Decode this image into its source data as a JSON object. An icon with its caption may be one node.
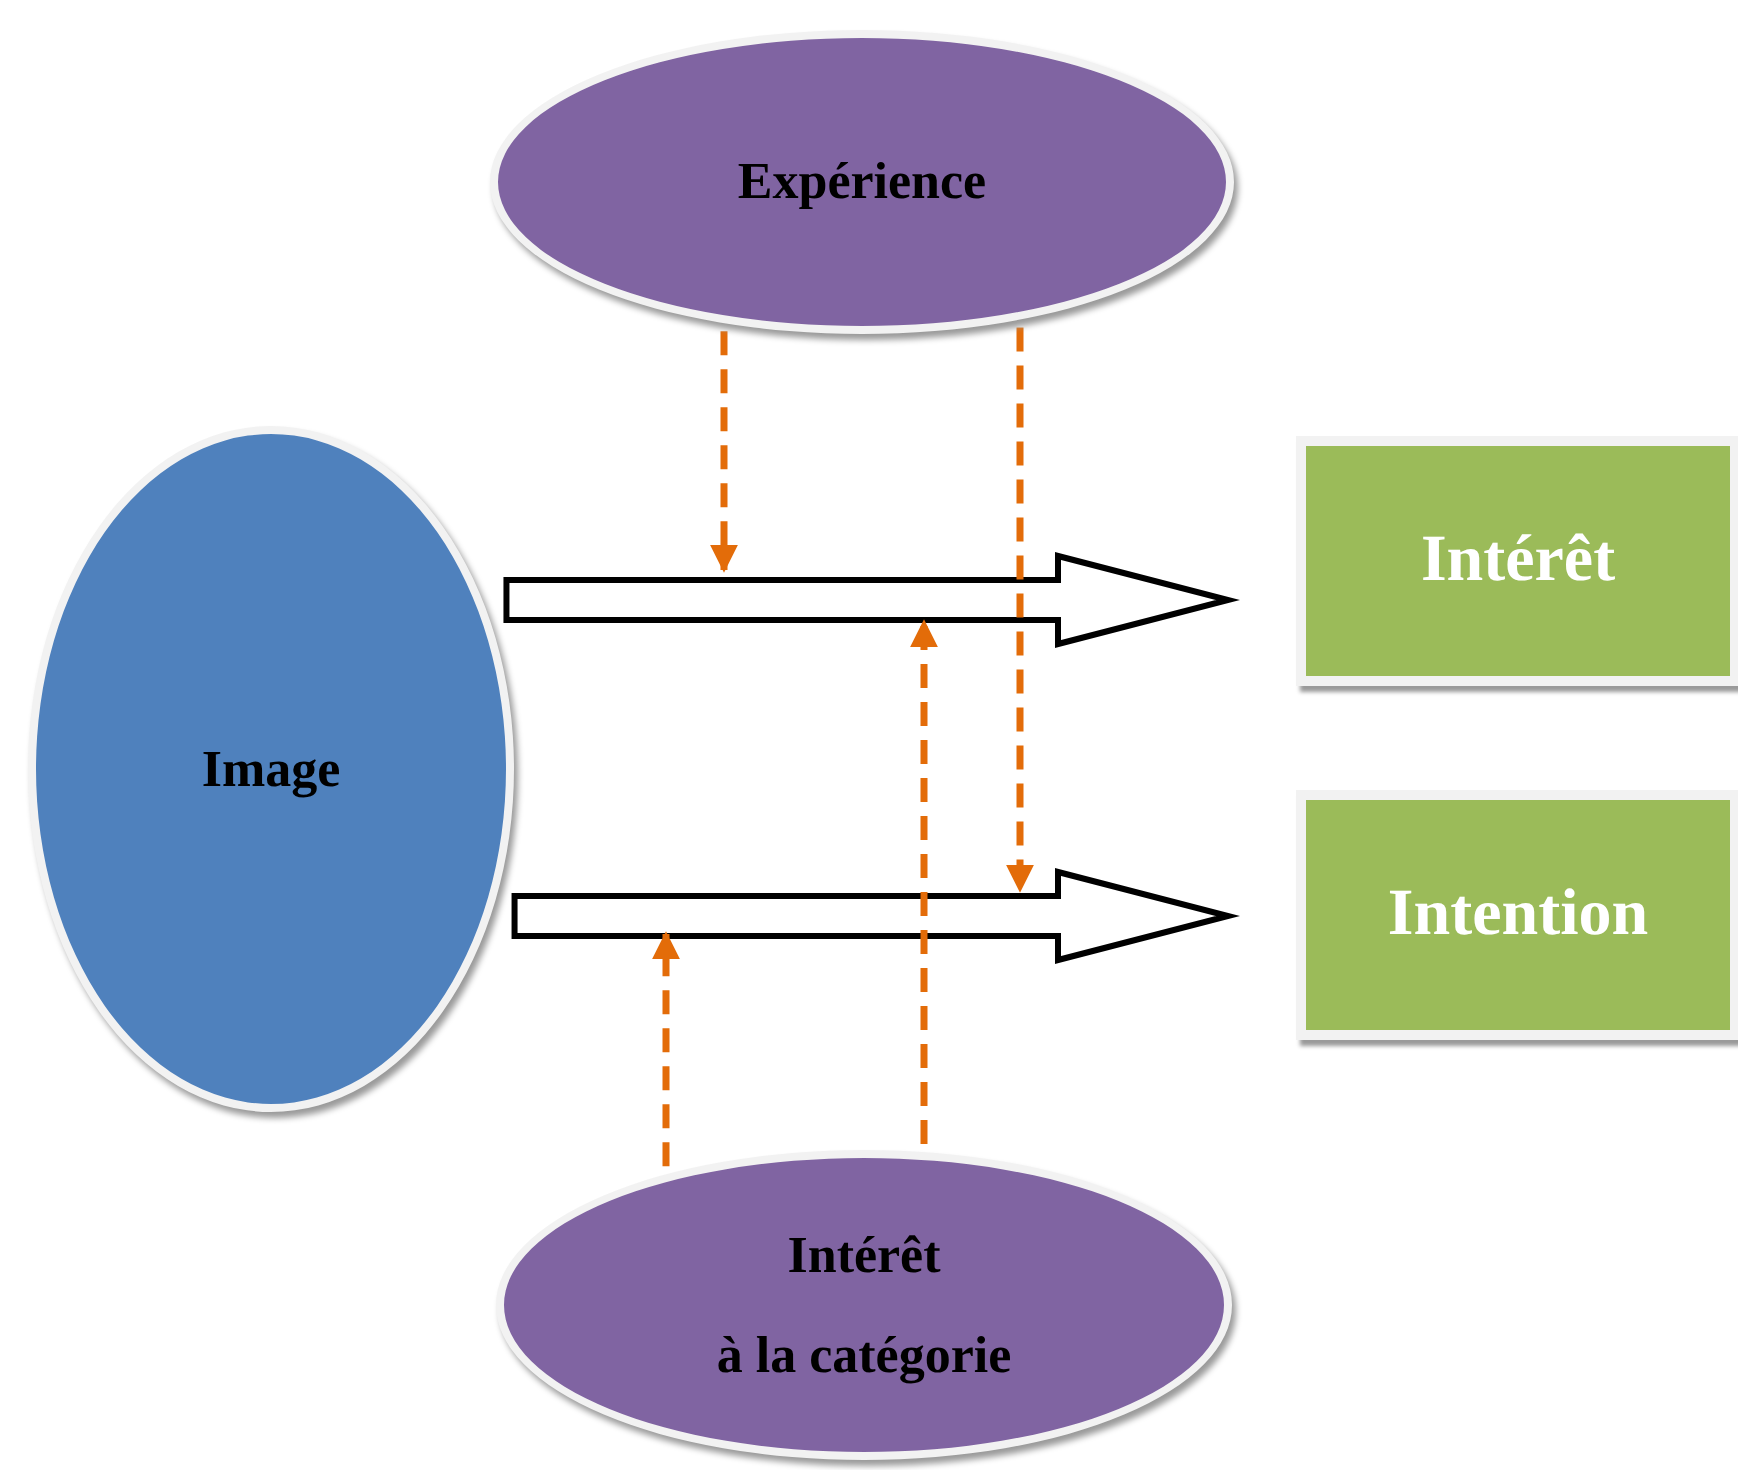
{
  "diagram": {
    "nodes": [
      {
        "text": [
          "Expérience"
        ]
      },
      {
        "text": [
          "Image"
        ]
      },
      {
        "text": [
          "Intérêt"
        ]
      },
      {
        "text": [
          "Intention"
        ]
      },
      {
        "text": [
          "Intérêt",
          "à la catégorie"
        ]
      }
    ],
    "edges": [
      {
        "from": 1,
        "to": 2,
        "arrow": "to",
        "style": "thick"
      },
      {
        "from": 1,
        "to": 3,
        "arrow": "to",
        "style": "thick"
      },
      {
        "from": 0,
        "to": null,
        "arrow": "to",
        "style": "dashed",
        "color": "#e36c09"
      },
      {
        "from": 0,
        "to": null,
        "arrow": "to",
        "style": "dashed",
        "color": "#e36c09"
      },
      {
        "from": 4,
        "to": null,
        "arrow": "to",
        "style": "dashed",
        "color": "#e36c09"
      },
      {
        "from": 4,
        "to": null,
        "arrow": "to",
        "style": "dashed",
        "color": "#e36c09"
      }
    ]
  }
}
